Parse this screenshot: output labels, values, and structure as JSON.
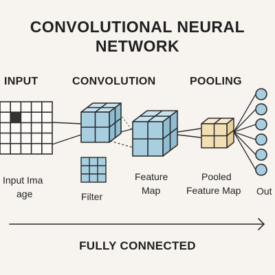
{
  "title_line1": "CONVOLUTIONAL NEURAL",
  "title_line2": "NETWORK",
  "sections": {
    "input": "INPUT",
    "convolution": "CONVOLUTION",
    "pooling": "POOLING"
  },
  "captions": {
    "input_image_line1": "Input Ima",
    "input_image_line2": "age",
    "filter": "Filter",
    "feature_map_line1": "Feature",
    "feature_map_line2": "Map",
    "pooled_line1": "Pooled",
    "pooled_line2": "Feature Map",
    "output": "Out"
  },
  "footer": "FULLY CONNECTED",
  "colors": {
    "background": "#f7f4ef",
    "conv_cube": "#a8cfe0",
    "pool_cube": "#f3dfb4",
    "neuron": "#a8cfe0",
    "highlight_cell": "#333333"
  }
}
